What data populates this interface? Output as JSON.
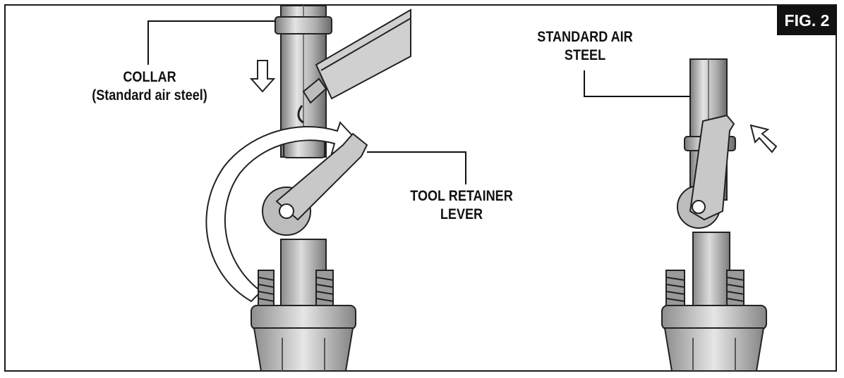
{
  "figure": {
    "tag": "FIG. 2"
  },
  "labels": {
    "collar_line1": "COLLAR",
    "collar_line2": "(Standard air steel)",
    "lever_line1": "TOOL RETAINER",
    "lever_line2": "LEVER",
    "steel_line1": "STANDARD AIR",
    "steel_line2": "STEEL"
  },
  "colors": {
    "ink": "#111111",
    "metal_light": "#d9d9d9",
    "metal_mid": "#a9a9a9",
    "metal_dark": "#6e6e6e"
  }
}
